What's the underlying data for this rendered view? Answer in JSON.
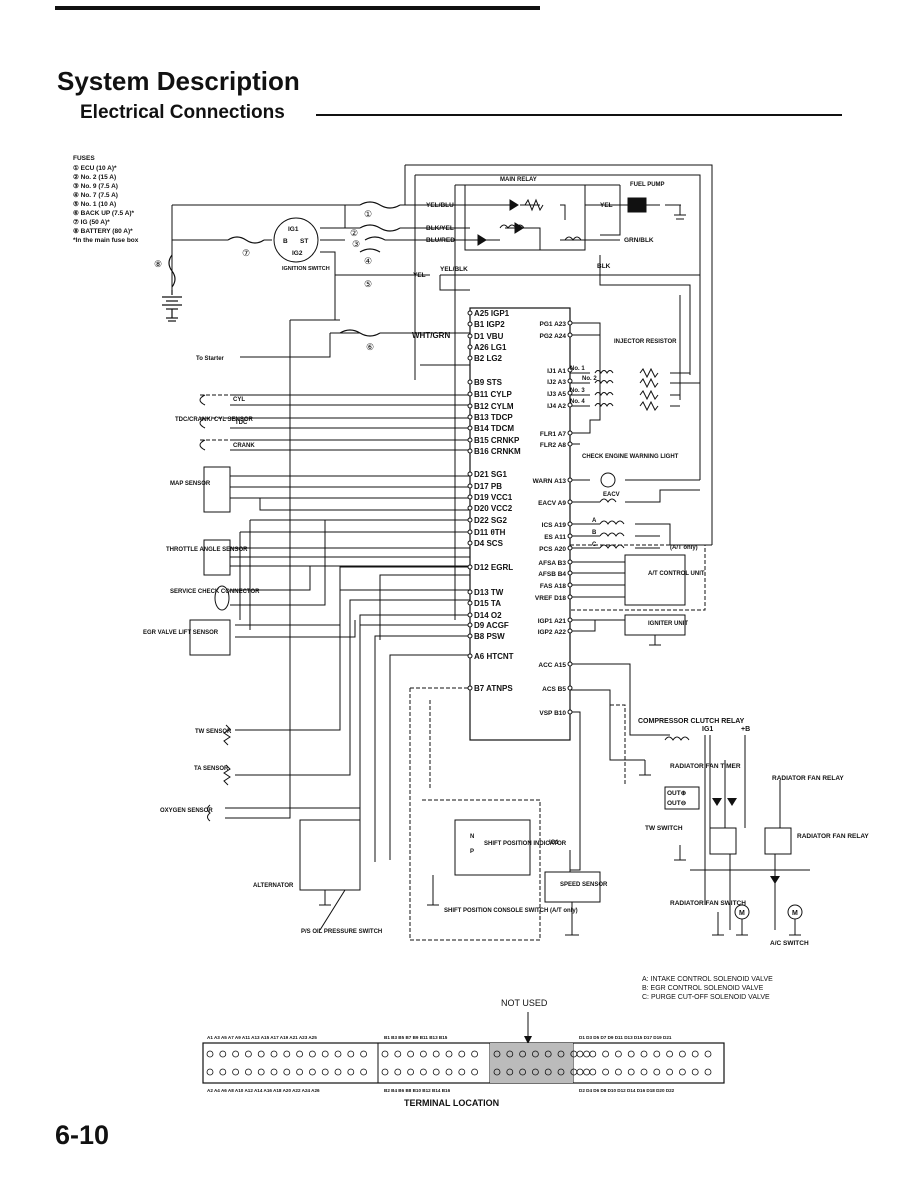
{
  "header": {
    "title": "System Description",
    "subtitle": "Electrical Connections"
  },
  "page_number": "6-10",
  "fuses": {
    "heading": "FUSES",
    "items": [
      "① ECU (10 A)*",
      "② No. 2 (15 A)",
      "③ No. 9 (7.5 A)",
      "④ No. 7 (7.5 A)",
      "⑤ No. 1 (10 A)",
      "⑥ BACK UP (7.5 A)*",
      "⑦ IG (50 A)*",
      "⑧ BATTERY (80 A)*",
      "*In the main fuse box"
    ]
  },
  "wire_labels": [
    "YEL/BLU",
    "BLK/YEL",
    "BLU/RED",
    "YEL",
    "WHT/GRN",
    "YEL/BLK",
    "BLK",
    "GRN/BLK",
    "YEL"
  ],
  "fuse_numbers": [
    "①",
    "②",
    "③",
    "④",
    "⑤",
    "⑥",
    "⑦",
    "⑧"
  ],
  "ignition_switch": {
    "label": "IGNITION SWITCH",
    "terminals": [
      "IG1",
      "B",
      "ST",
      "IG2"
    ]
  },
  "main_relay": "MAIN RELAY",
  "fuel_pump": "FUEL PUMP",
  "to_starter": "To Starter",
  "ecu_left_pins": [
    "A25 IGP1",
    "B1  IGP2",
    "D1 VBU",
    "A26 LG1",
    "B2 LG2",
    "B9 STS",
    "B11 CYLP",
    "B12 CYLM",
    "B13 TDCP",
    "B14 TDCM",
    "B15 CRNKP",
    "B16 CRNKM",
    "D21 SG1",
    "D17 PB",
    "D19 VCC1",
    "D20 VCC2",
    "D22 SG2",
    "D11 θTH",
    "D4 SCS",
    "D12 EGRL",
    "D13 TW",
    "D15 TA",
    "D14 O2",
    "D9 ACGF",
    "B8 PSW",
    "A6 HTCNT",
    "B7 ATNPS"
  ],
  "ecu_right_pins": [
    "PG1 A23",
    "PG2 A24",
    "IJ1 A1",
    "IJ2 A3",
    "IJ3 A5",
    "IJ4 A2",
    "FLR1 A7",
    "FLR2 A8",
    "WARN A13",
    "EACV A9",
    "ICS A19",
    "ES A11",
    "PCS A20",
    "AFSA B3",
    "AFSB B4",
    "FAS A18",
    "VREF D18",
    "IGP1 A21",
    "IGP2 A22",
    "ACC A15",
    "ACS B5",
    "VSP B10"
  ],
  "injectors": [
    "No. 1",
    "No. 2",
    "No. 3",
    "No. 4"
  ],
  "components": {
    "injector_resistor": "INJECTOR RESISTOR",
    "check_engine": "CHECK ENGINE WARNING LIGHT",
    "eacv": "EACV",
    "solenoid_a": "A",
    "solenoid_b": "B",
    "solenoid_c": "C",
    "at_only": "(A/T only)",
    "at_control_unit": "A/T CONTROL UNIT",
    "igniter_unit": "IGNITER UNIT",
    "compressor_relay": "COMPRESSOR CLUTCH RELAY",
    "ig1": "IG1",
    "plus_b": "+B",
    "radiator_fan_timer": "RADIATOR FAN TIMER",
    "out_plus": "OUT⊕",
    "out_minus": "OUT⊖",
    "radiator_fan_relay": "RADIATOR FAN RELAY",
    "tw_switch": "TW SWITCH",
    "radiator_fan_switch": "RADIATOR FAN SWITCH",
    "ac_switch": "A/C SWITCH",
    "speed_sensor": "SPEED SENSOR",
    "shift_indicator": "SHIFT POSITION INDICATOR",
    "shift_console": "SHIFT POSITION CONSOLE SWITCH (A/T only)",
    "alternator": "ALTERNATOR",
    "ps_switch": "P/S OIL PRESSURE SWITCH",
    "n_label": "N",
    "p_label": "P"
  },
  "sensors": {
    "cyl": "CYL",
    "tdc": "TDC",
    "crank": "CRANK",
    "tdc_crank_cyl": "TDC/CRANK/ CYL SENSOR",
    "map": "MAP SENSOR",
    "throttle": "THROTTLE ANGLE SENSOR",
    "service": "SERVICE CHECK CONNECTOR",
    "egr": "EGR VALVE LIFT SENSOR",
    "tw": "TW SENSOR",
    "ta": "TA SENSOR",
    "oxygen": "OXYGEN SENSOR"
  },
  "legend": [
    "A: INTAKE CONTROL SOLENOID VALVE",
    "B: EGR CONTROL SOLENOID VALVE",
    "C: PURGE CUT-OFF SOLENOID VALVE"
  ],
  "terminal": {
    "not_used": "NOT USED",
    "caption": "TERMINAL LOCATION",
    "top_a": "A1 A3 A5 A7 A9 A11 A13 A15 A17 A19 A21 A23 A25",
    "top_b": "B1 B3 B5 B7 B9 B11 B13 B15",
    "top_d": "D1 D3 D5 D7 D9 D11 D13 D15 D17 D19 D21",
    "bot_a": "A2 A4 A6 A8 A10 A12 A14 A16 A18 A20 A22 A24 A26",
    "bot_b": "B2 B4 B6 B8 B10 B12 B14 B16",
    "bot_d": "D2 D4 D6 D8 D10 D12 D14 D16 D18 D20 D22"
  }
}
